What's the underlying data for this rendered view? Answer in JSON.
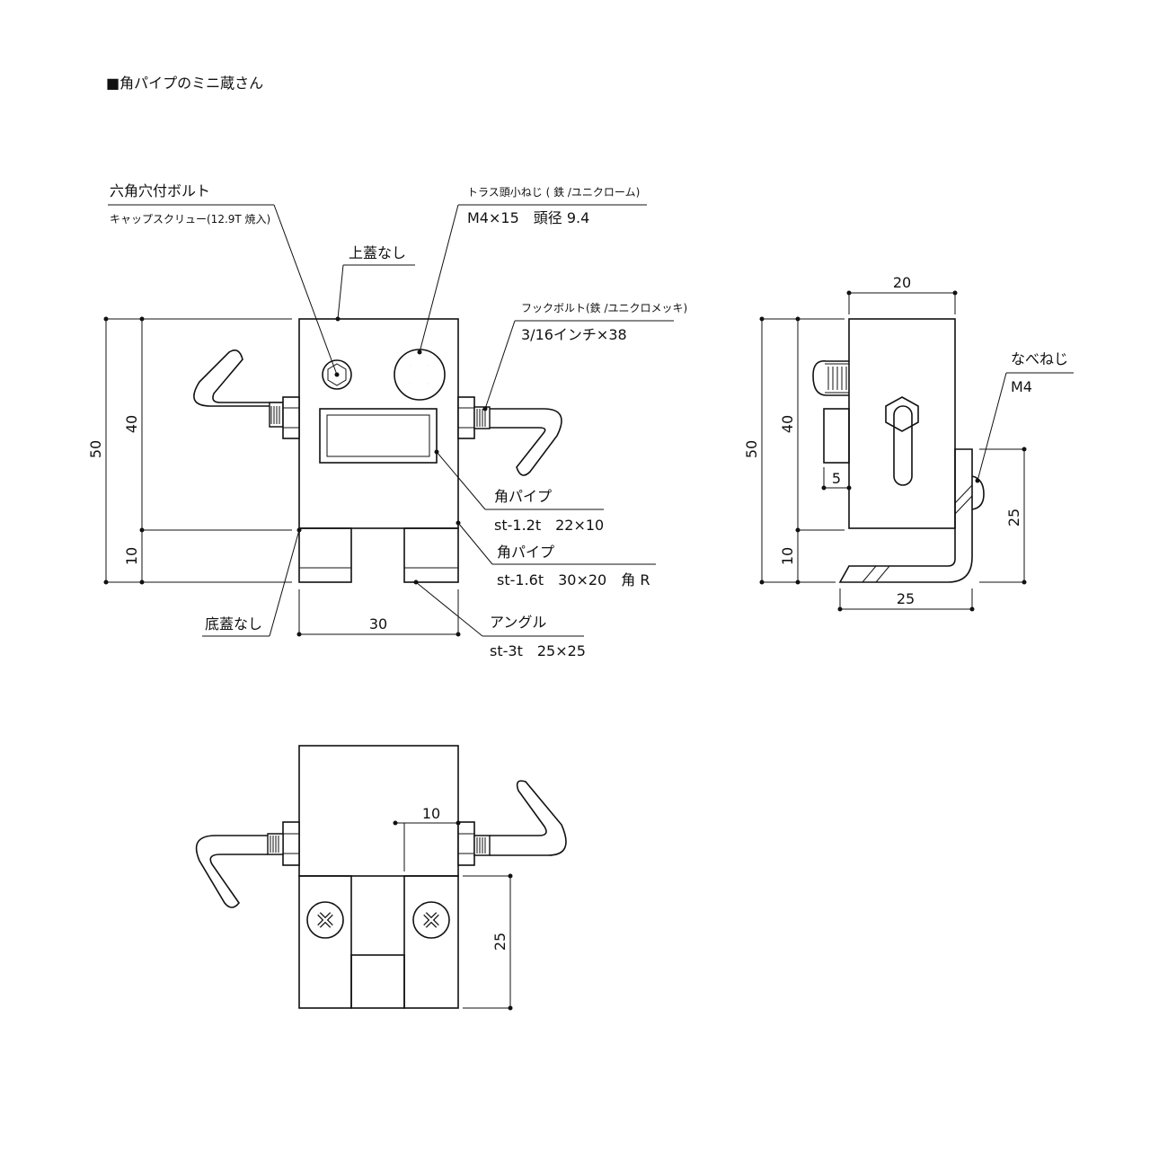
{
  "title": "■角パイプのミニ蔵さん",
  "front": {
    "bolt_label": "六角穴付ボルト",
    "bolt_spec": "キャップスクリュー(12.9T 焼入)",
    "screw_label": "トラス頭小ねじ ( 鉄 /ユニクローム)",
    "screw_spec": "M4×15　頭径 9.4",
    "top_cap": "上蓋なし",
    "hook_label": "フックボルト(鉄 /ユニクロメッキ)",
    "hook_spec": "3/16インチ×38",
    "pipe_small_label": "角パイプ",
    "pipe_small_spec": "st-1.2t　22×10",
    "pipe_large_label": "角パイプ",
    "pipe_large_spec": "st-1.6t　30×20　角 R",
    "angle_label": "アングル",
    "angle_spec": "st-3t　25×25",
    "bottom_cap": "底蓋なし",
    "dim_50": "50",
    "dim_40": "40",
    "dim_10": "10",
    "dim_30": "30"
  },
  "side": {
    "pan_screw_label": "なべねじ",
    "pan_screw_spec": "M4",
    "dim_20": "20",
    "dim_50": "50",
    "dim_40": "40",
    "dim_10": "10",
    "dim_5": "5",
    "dim_25_v": "25",
    "dim_25_h": "25"
  },
  "bottom": {
    "dim_10": "10",
    "dim_25": "25"
  }
}
